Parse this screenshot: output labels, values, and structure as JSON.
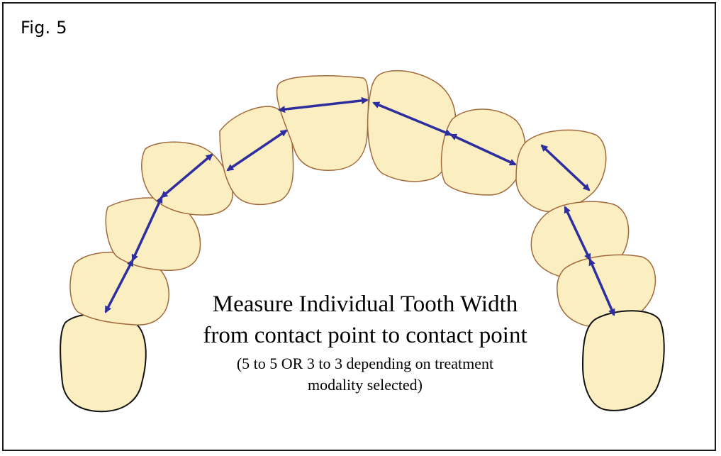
{
  "figure": {
    "label": "Fig. 5",
    "caption": {
      "line1": "Measure Individual Tooth Width",
      "line2": "from contact point to contact point",
      "line3": "(5 to 5 OR 3 to 3 depending on treatment",
      "line4": "modality selected)"
    }
  },
  "colors": {
    "tooth_fill": "#fbeec1",
    "tooth_stroke": "#a06a3c",
    "molar_stroke": "#111111",
    "arrow": "#2e2e9e"
  }
}
